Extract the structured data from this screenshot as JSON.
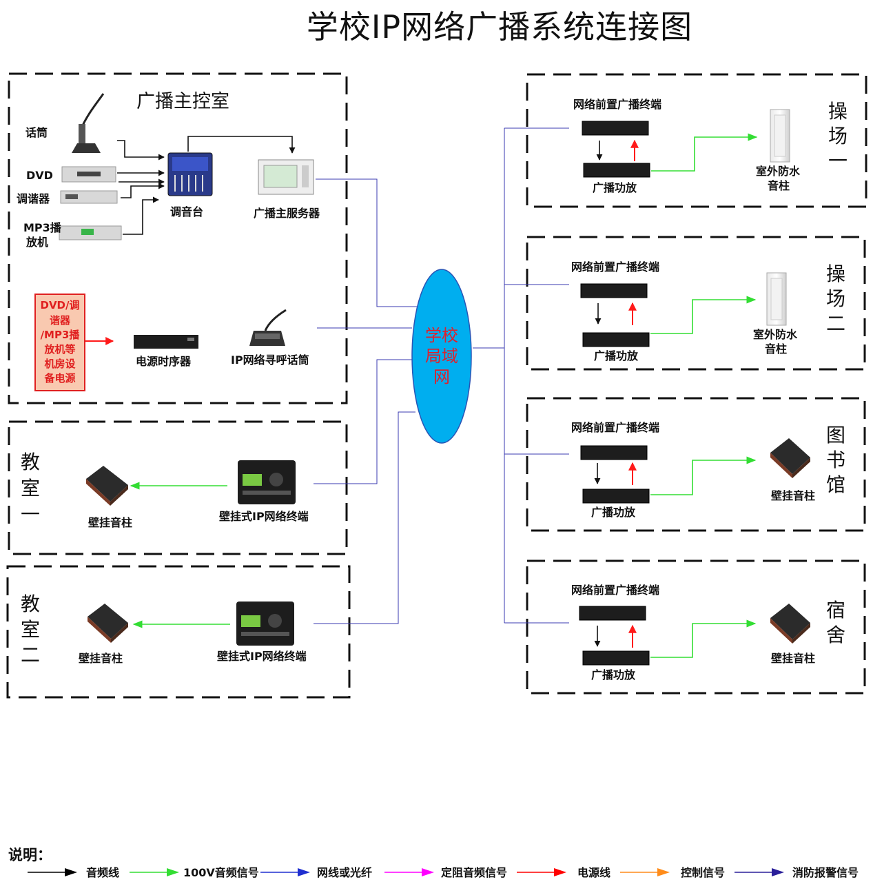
{
  "title": "学校IP网络广播系统连接图",
  "hub": {
    "lines": [
      "学校",
      "局域",
      "网"
    ]
  },
  "master_room": {
    "title": "广播主控室",
    "mic": "话筒",
    "dvd": "DVD",
    "tuner": "调谐器",
    "mp3_line1": "MP3播",
    "mp3_line2": "放机",
    "mixer": "调音台",
    "server": "广播主服务器",
    "power_note": [
      "DVD/调",
      "谐器",
      "/MP3播",
      "放机等",
      "机房设",
      "备电源"
    ],
    "sequencer": "电源时序器",
    "paging_mic": "IP网络寻呼话筒"
  },
  "classrooms": [
    {
      "name": [
        "教",
        "室",
        "一"
      ],
      "speaker": "壁挂音柱",
      "terminal": "壁挂式IP网络终端"
    },
    {
      "name": [
        "教",
        "室",
        "二"
      ],
      "speaker": "壁挂音柱",
      "terminal": "壁挂式IP网络终端"
    }
  ],
  "zones": [
    {
      "name": [
        "操",
        "场",
        "一"
      ],
      "terminal": "网络前置广播终端",
      "amp": "广播功放",
      "speaker": [
        "室外防水",
        "音柱"
      ]
    },
    {
      "name": [
        "操",
        "场",
        "二"
      ],
      "terminal": "网络前置广播终端",
      "amp": "广播功放",
      "speaker": [
        "室外防水",
        "音柱"
      ]
    },
    {
      "name": [
        "图",
        "书",
        "馆"
      ],
      "terminal": "网络前置广播终端",
      "amp": "广播功放",
      "speaker": [
        "壁挂音柱"
      ]
    },
    {
      "name": [
        "宿",
        "舍"
      ],
      "terminal": "网络前置广播终端",
      "amp": "广播功放",
      "speaker": [
        "壁挂音柱"
      ]
    }
  ],
  "legend": {
    "title": "说明：",
    "items": [
      {
        "label": "音频线",
        "color": "#000000"
      },
      {
        "label": "100V音频信号",
        "color": "#33dd33"
      },
      {
        "label": "网线或光纤",
        "color": "#1f2fd0"
      },
      {
        "label": "定阻音频信号",
        "color": "#ff00ff"
      },
      {
        "label": "电源线",
        "color": "#ff0000"
      },
      {
        "label": "控制信号",
        "color": "#ff8c1a"
      },
      {
        "label": "消防报警信号",
        "color": "#2a1f9a"
      }
    ]
  },
  "colors": {
    "hub_fill": "#00aeef",
    "hub_text": "#e0202a",
    "power_note_fill": "#f9c9b0",
    "power_note_border": "#e02020",
    "power_note_text": "#e02020"
  }
}
